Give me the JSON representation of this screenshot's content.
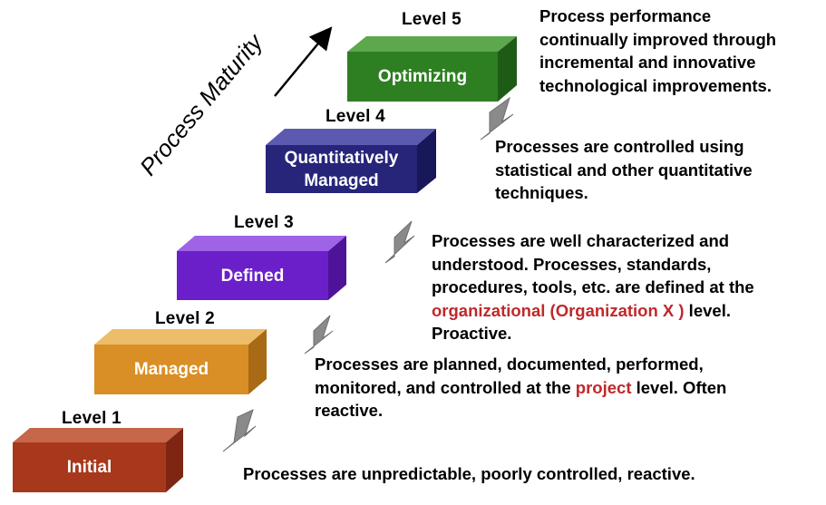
{
  "maturity_label": "Process Maturity",
  "levels": [
    {
      "level_label": "Level  1",
      "name": "Initial",
      "colors": {
        "front": "#a8381b",
        "top": "#c6664a",
        "side": "#7e2612"
      },
      "description_lines": [
        "Processes are unpredictable, poorly controlled, reactive."
      ]
    },
    {
      "level_label": "Level  2",
      "name": "Managed",
      "colors": {
        "front": "#d98f25",
        "top": "#edbd6a",
        "side": "#a96a15"
      },
      "description": {
        "line1": "Processes are planned, documented, performed,",
        "line2_before": "monitored, and controlled at the ",
        "line2_highlight": "project",
        "line2_after": " level.  Often",
        "line3": "reactive."
      }
    },
    {
      "level_label": "Level  3",
      "name": "Defined",
      "colors": {
        "front": "#6b1fc9",
        "top": "#9e63e6",
        "side": "#4f1399"
      },
      "description": {
        "line1": "Processes are well characterized and",
        "line2": "understood.  Processes, standards,",
        "line3": "procedures, tools, etc. are defined at the",
        "line4_highlight": "organizational (Organization X )",
        "line4_after": " level.",
        "line5": "Proactive."
      }
    },
    {
      "level_label": "Level  4",
      "name_line1": "Quantitatively",
      "name_line2": "Managed",
      "colors": {
        "front": "#26257a",
        "top": "#5b5ab0",
        "side": "#18175a"
      },
      "description_lines": [
        "Processes are controlled using",
        "statistical and other quantitative",
        "techniques."
      ]
    },
    {
      "level_label": "Level  5",
      "name": "Optimizing",
      "colors": {
        "front": "#2e7e22",
        "top": "#5da84c",
        "side": "#1e5c16"
      },
      "description_lines": [
        "Process performance",
        "continually improved through",
        "incremental and innovative",
        "technological improvements."
      ]
    }
  ],
  "arrow_color": "#8a8a8a",
  "highlight_color": "#c0282b"
}
